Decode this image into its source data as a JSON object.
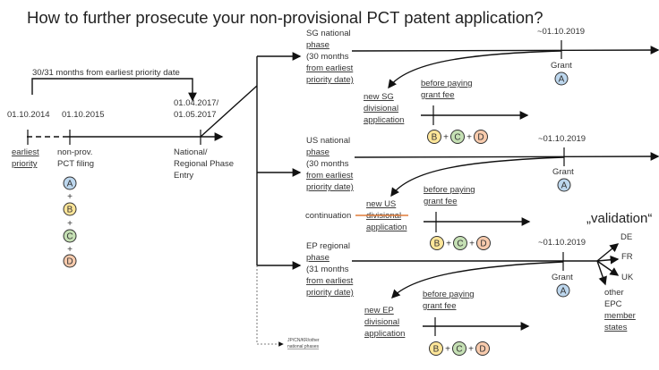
{
  "title": "How to further prosecute your non-provisional PCT patent application?",
  "colors": {
    "A": "#bdd7ee",
    "B": "#ffe699",
    "C": "#c5e0b4",
    "D": "#f8cbad",
    "strike": "#e07b39"
  },
  "left": {
    "period_label": "30/31 months from earliest priority date",
    "date1": "01.10.2014",
    "date2": "01.10.2015",
    "date3a": "01.04.2017/",
    "date3b": "01.05.2017",
    "earliest": [
      "earliest",
      "priority"
    ],
    "pct": [
      "non-prov.",
      "PCT filing"
    ],
    "entry": [
      "National/",
      "Regional Phase",
      "Entry"
    ],
    "plus": "+",
    "circles": [
      "A",
      "B",
      "C",
      "D"
    ]
  },
  "branches": {
    "sg": {
      "label": [
        "SG national",
        "phase",
        "(30 months",
        "from earliest",
        "priority date)"
      ],
      "date": "~01.10.2019",
      "grant": "Grant",
      "grant_circle": "A",
      "divisional": [
        "new SG",
        "divisional",
        "application"
      ],
      "fee": [
        "before paying",
        "grant fee"
      ],
      "fees": [
        "B",
        "C",
        "D"
      ]
    },
    "us": {
      "label": [
        "US national",
        "phase",
        "(30 months",
        "from earliest",
        "priority date)"
      ],
      "date": "~01.10.2019",
      "grant": "Grant",
      "grant_circle": "A",
      "continuation": "continuation",
      "divisional": [
        "new US",
        "divisional",
        "application"
      ],
      "fee": [
        "before paying",
        "grant fee"
      ],
      "fees": [
        "B",
        "C",
        "D"
      ]
    },
    "ep": {
      "label": [
        "EP regional",
        "phase",
        "(31 months",
        "from earliest",
        "priority date)"
      ],
      "date": "~01.10.2019",
      "grant": "Grant",
      "grant_circle": "A",
      "divisional": [
        "new EP",
        "divisional",
        "application"
      ],
      "fee": [
        "before paying",
        "grant fee"
      ],
      "fees": [
        "B",
        "C",
        "D"
      ],
      "validation": "„validation“",
      "states": [
        "DE",
        "FR",
        "UK"
      ],
      "other": [
        "other",
        "EPC",
        "member",
        "states"
      ]
    },
    "other_phases": [
      "JP/CN/KR/other",
      "national phases"
    ]
  }
}
